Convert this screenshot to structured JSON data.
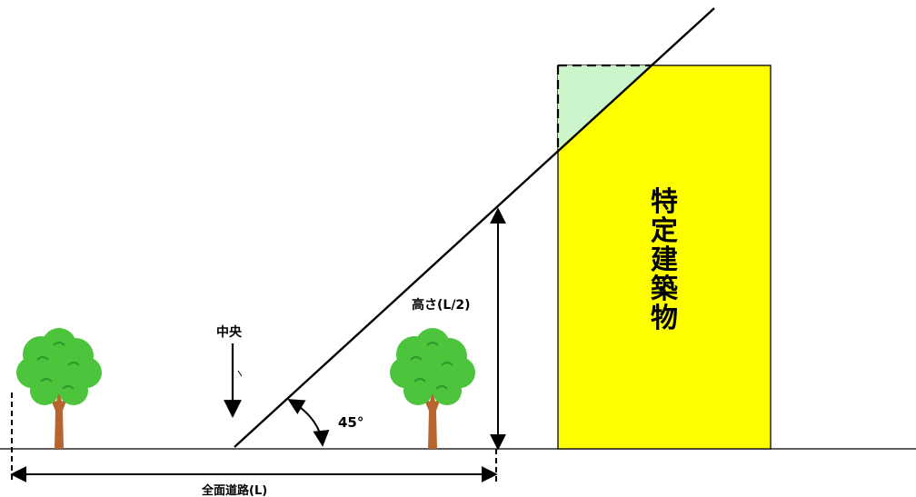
{
  "labels": {
    "center": "中央",
    "angle": "45°",
    "height": "高さ(L/2)",
    "road_width": "全面道路(L)"
  },
  "building": {
    "label_chars": [
      "特",
      "定",
      "建",
      "築",
      "物"
    ]
  },
  "colors": {
    "building_fill": "#ffff00",
    "building_stroke": "#000000",
    "excess_fill": "#ccf5cc",
    "foliage": "#4cc43c",
    "foliage_dark": "#2f9a2a",
    "trunk": "#b5652d",
    "ground": "#000000"
  },
  "icons": [
    "tree-icon",
    "tree-icon"
  ]
}
